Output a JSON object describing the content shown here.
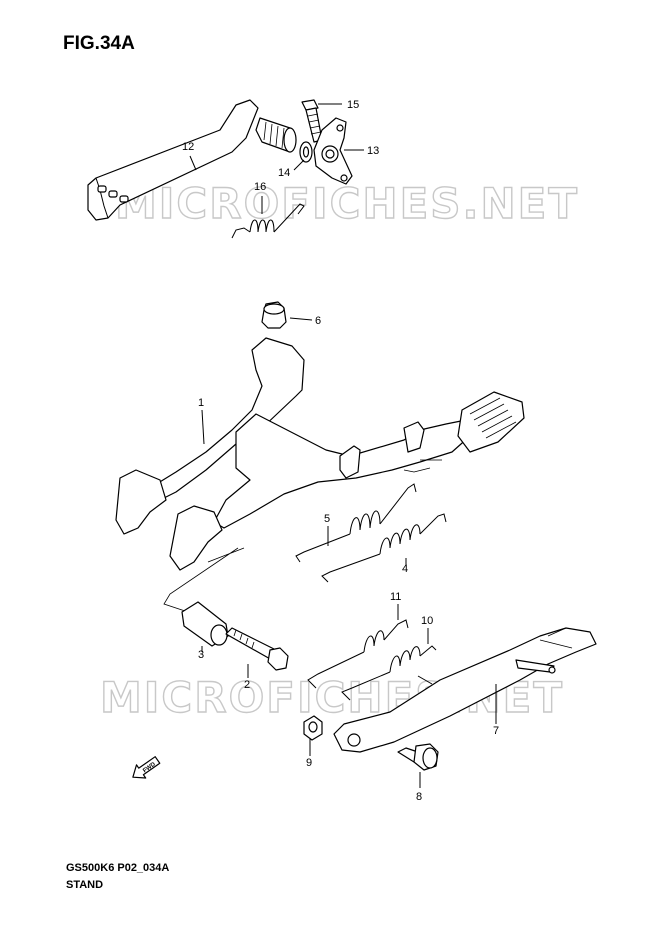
{
  "figure": {
    "title": "FIG.34A",
    "footer_code": "GS500K6 P02_034A",
    "footer_name": "STAND"
  },
  "watermark": {
    "text": "MICROFICHES.NET"
  },
  "callouts": {
    "c1": "1",
    "c2": "2",
    "c3": "3",
    "c4": "4",
    "c5": "5",
    "c6": "6",
    "c7": "7",
    "c8": "8",
    "c9": "9",
    "c10": "10",
    "c11": "11",
    "c12": "12",
    "c13": "13",
    "c14": "14",
    "c15": "15",
    "c16": "16"
  },
  "direction_marker": {
    "label": "FWD"
  }
}
